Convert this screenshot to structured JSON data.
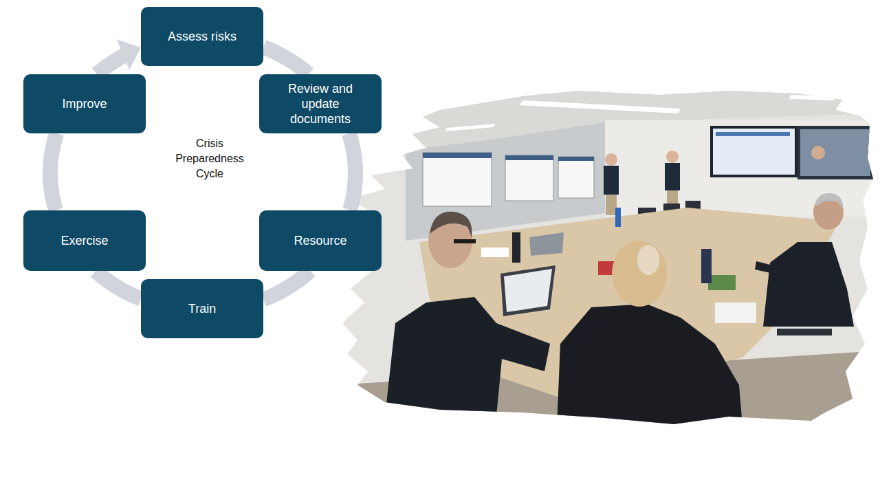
{
  "diagram": {
    "nodes": [
      {
        "text": [
          "Assess risks"
        ]
      },
      {
        "text": [
          "Review and update documents"
        ]
      },
      {
        "text": [
          "Resource"
        ]
      },
      {
        "text": [
          "Train"
        ]
      },
      {
        "text": [
          "Exercise"
        ]
      },
      {
        "text": [
          "Improve"
        ]
      }
    ],
    "edges": [
      {
        "from": 0,
        "to": 1,
        "arrow": "none"
      },
      {
        "from": 1,
        "to": 2,
        "arrow": "none"
      },
      {
        "from": 2,
        "to": 3,
        "arrow": "none"
      },
      {
        "from": 3,
        "to": 4,
        "arrow": "none"
      },
      {
        "from": 4,
        "to": 5,
        "arrow": "none"
      },
      {
        "from": 5,
        "to": 0,
        "arrow": "to"
      }
    ],
    "labels": [
      "Crisis Preparedness Cycle"
    ]
  }
}
